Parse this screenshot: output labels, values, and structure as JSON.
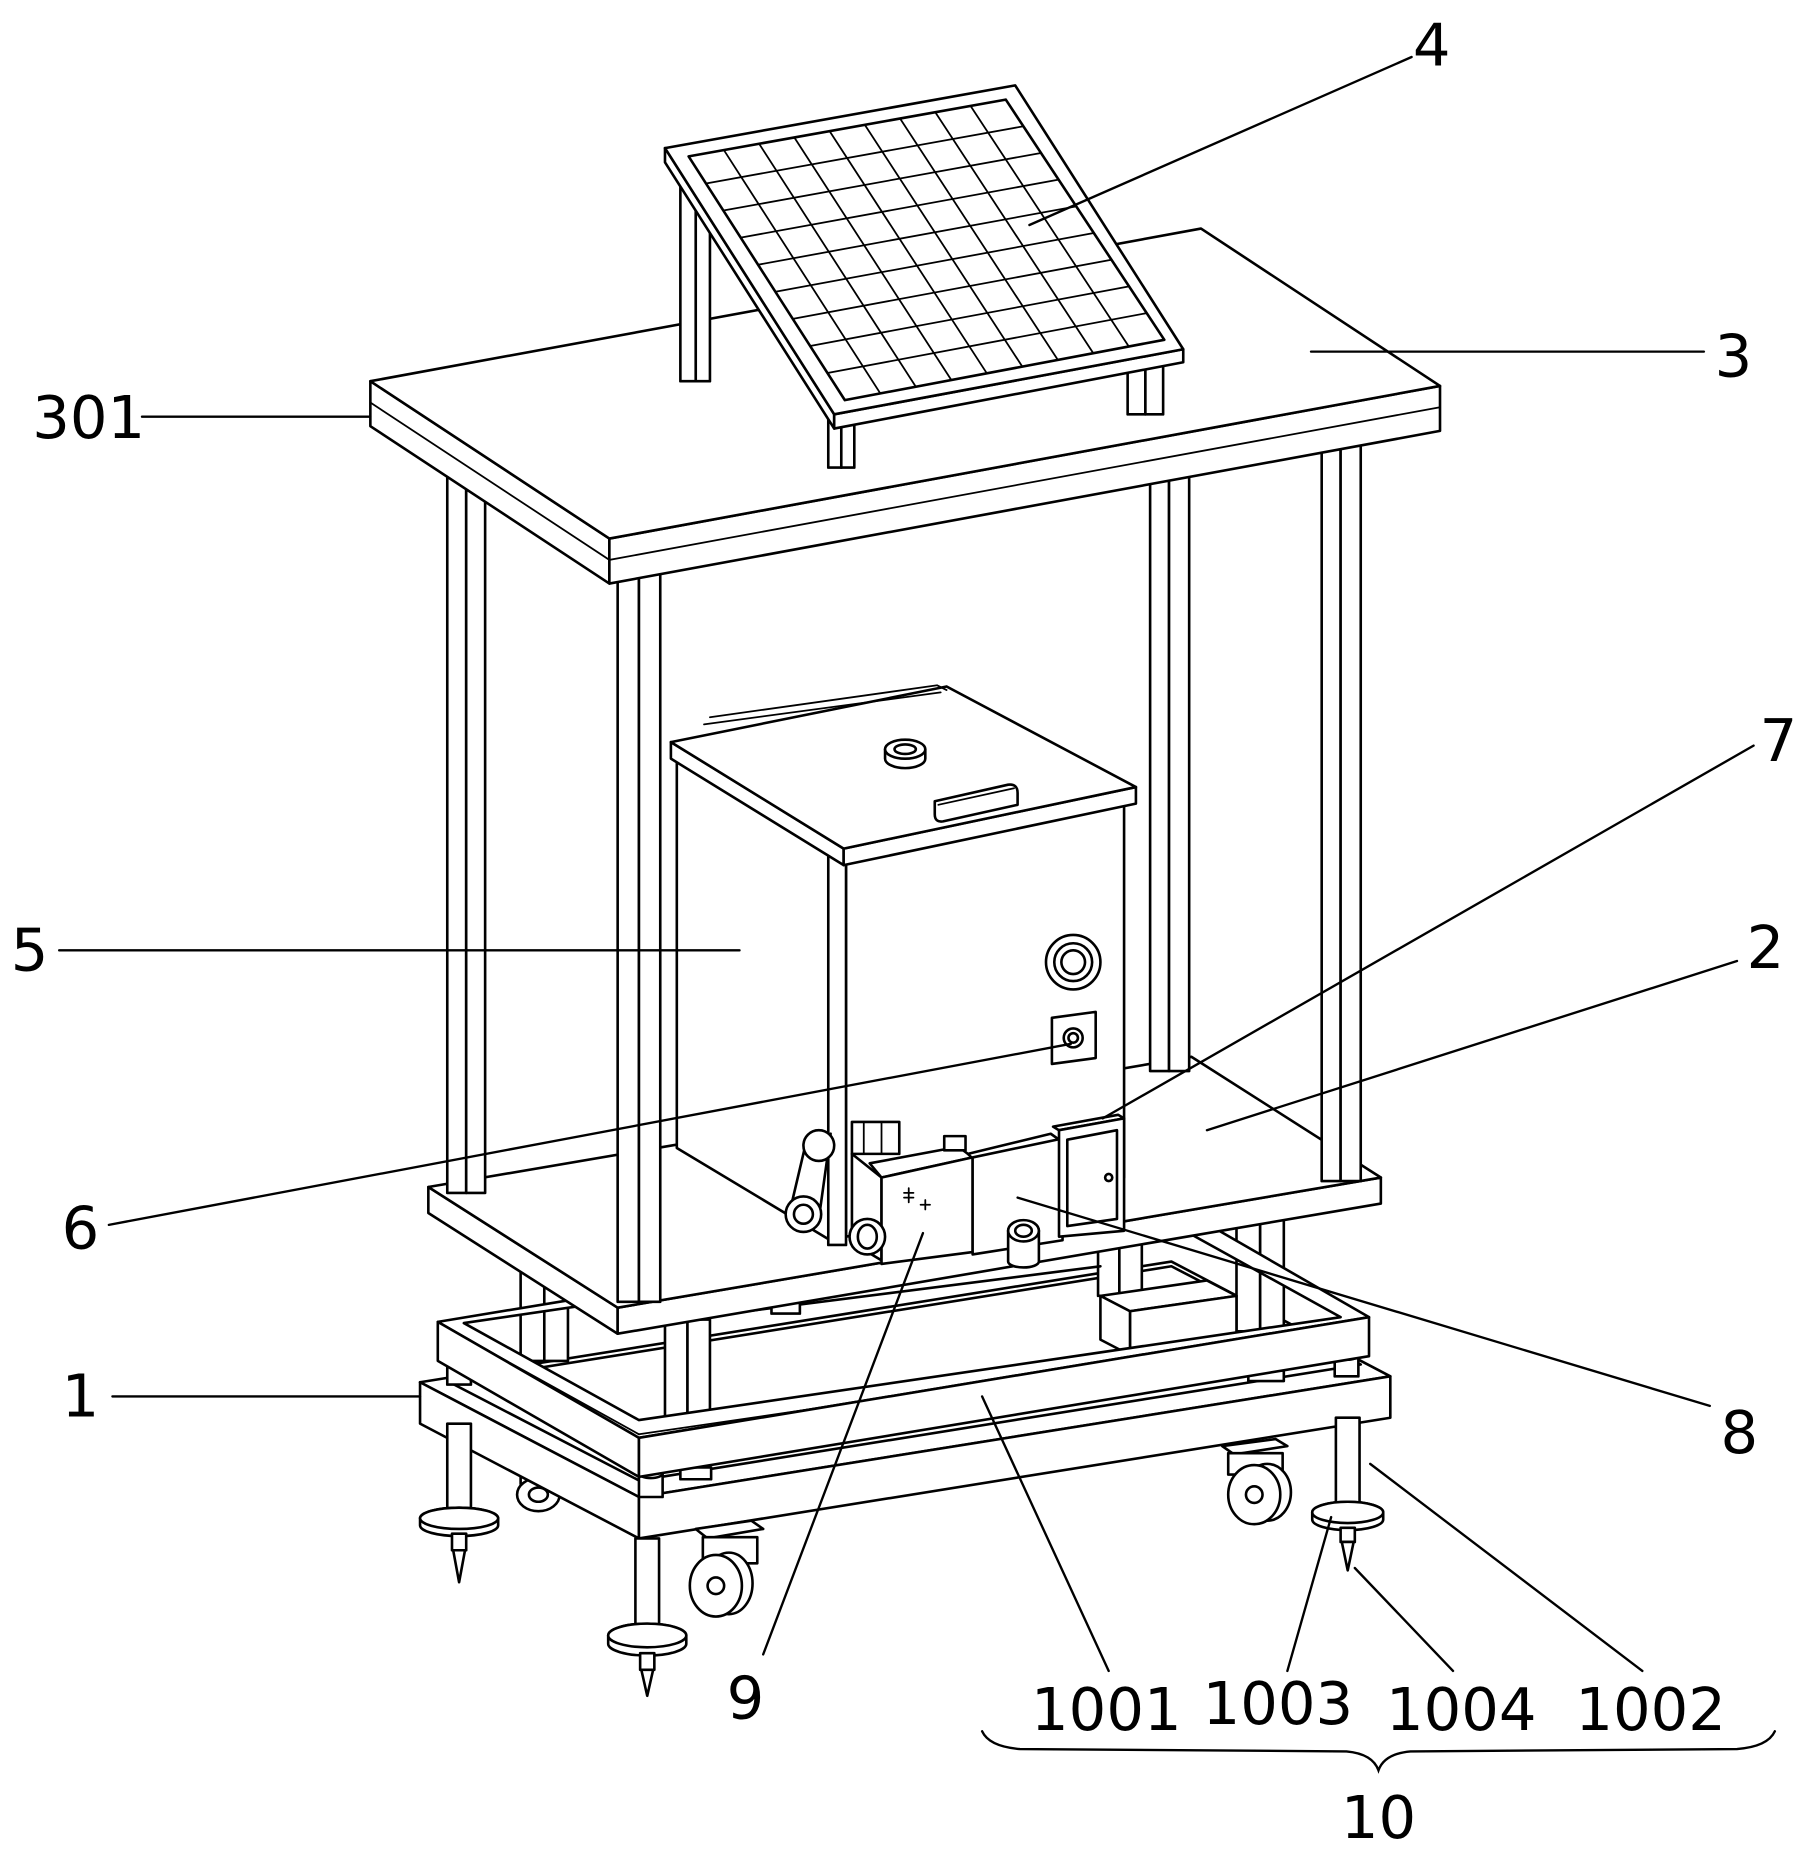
{
  "callouts": [
    "4",
    "3",
    "301",
    "7",
    "5",
    "2",
    "6",
    "1",
    "8",
    "9",
    "1001",
    "1003",
    "1004",
    "1002",
    "10"
  ],
  "colors": {
    "stroke": "#000000",
    "background": "#ffffff"
  }
}
